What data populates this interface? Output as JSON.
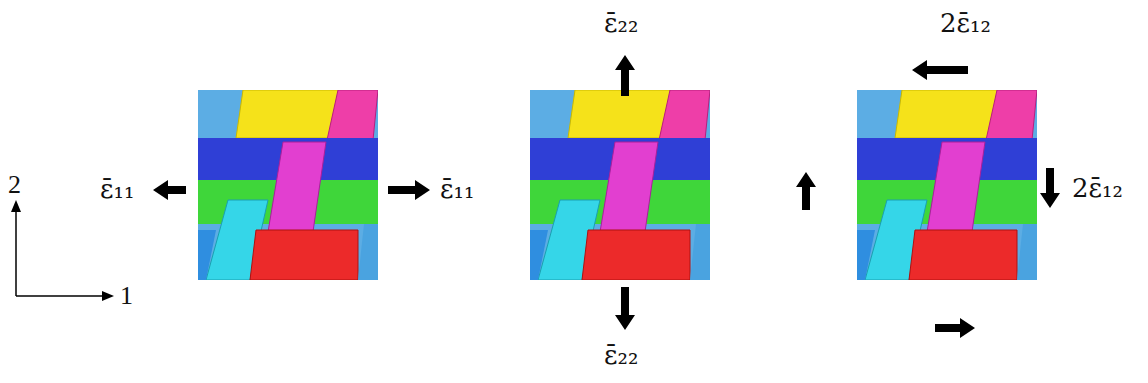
{
  "diagram": {
    "labels": [
      "2",
      "1",
      "ε̄₁₁",
      "ε̄₁₁",
      "ε̄₂₂",
      "ε̄₂₂",
      "2ε̄₁₂",
      "2ε̄₁₂"
    ]
  }
}
